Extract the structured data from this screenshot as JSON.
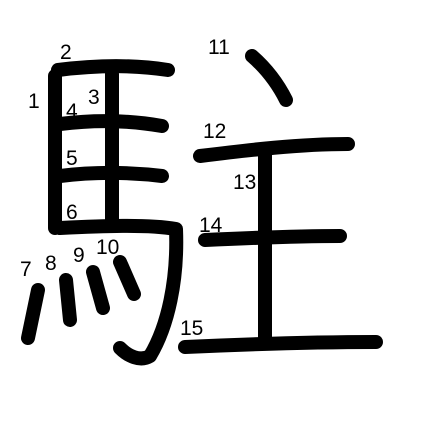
{
  "character": "駐",
  "colors": {
    "stroke": "#000000",
    "background": "#ffffff"
  },
  "strokes": [
    {
      "order": 1,
      "label": "1"
    },
    {
      "order": 2,
      "label": "2"
    },
    {
      "order": 3,
      "label": "3"
    },
    {
      "order": 4,
      "label": "4"
    },
    {
      "order": 5,
      "label": "5"
    },
    {
      "order": 6,
      "label": "6"
    },
    {
      "order": 7,
      "label": "7"
    },
    {
      "order": 8,
      "label": "8"
    },
    {
      "order": 9,
      "label": "9"
    },
    {
      "order": 10,
      "label": "10"
    },
    {
      "order": 11,
      "label": "11"
    },
    {
      "order": 12,
      "label": "12"
    },
    {
      "order": 13,
      "label": "13"
    },
    {
      "order": 14,
      "label": "14"
    },
    {
      "order": 15,
      "label": "15"
    }
  ]
}
